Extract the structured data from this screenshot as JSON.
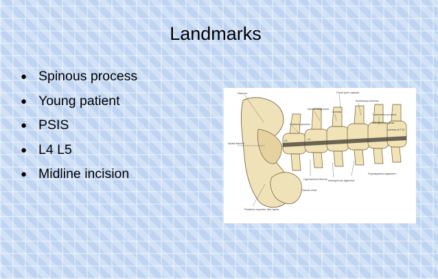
{
  "slide": {
    "title": "Landmarks",
    "bullets": [
      "Spinous process",
      "Young patient",
      "PSIS",
      "L4 L5",
      "Midline incision"
    ]
  },
  "figure": {
    "labels": {
      "sacrum": "Sacrum",
      "facet_capsule": "Facet joint capsule",
      "accessory": "Accessory process",
      "descending_facet": "Descending facet",
      "lamina": "Lamina",
      "transverse": "Transverse process",
      "mamillary": "Mamillary process",
      "lamina_t12": "Lamina of T12",
      "spinous": "Spinous process",
      "spina": "Spina iliacum",
      "l5": "L5",
      "l4": "L4",
      "supraspinous": "Supraspinous ligament",
      "ligamentum_flavum": "Ligamentum flavum",
      "interspinous": "Interspinous ligament",
      "sacral_crest": "Sacral crest",
      "psis": "Posterior superior iliac spine"
    }
  }
}
